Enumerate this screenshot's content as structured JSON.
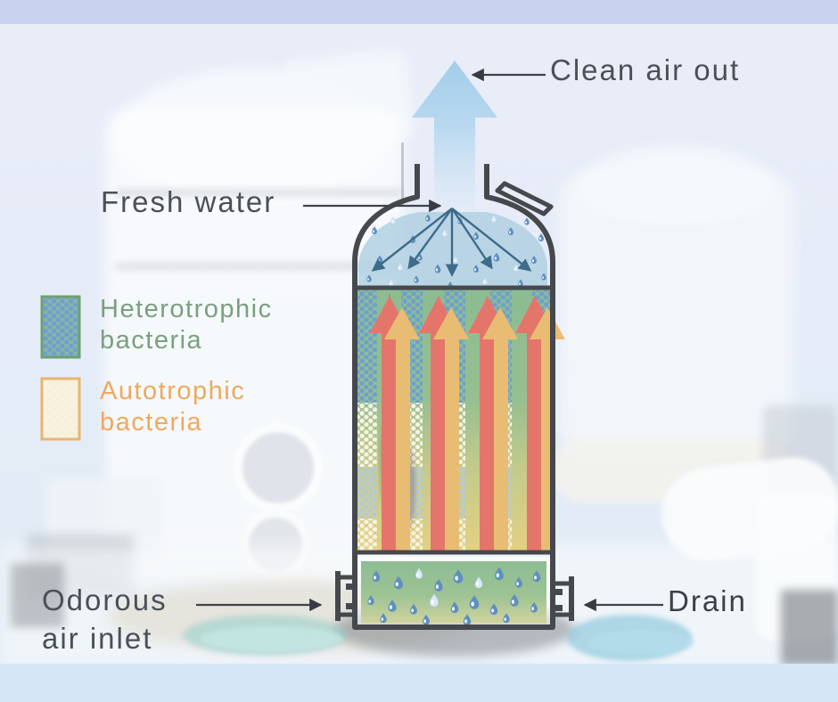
{
  "labels": {
    "clean_air_out": "Clean air out",
    "fresh_water": "Fresh water",
    "odorous_line1": "Odorous",
    "odorous_line2": "air inlet",
    "drain": "Drain"
  },
  "legend": {
    "items": [
      {
        "line1": "Heterotrophic",
        "line2": "bacteria",
        "swatch": "green-field-blue-dots",
        "text_color": "#7aa07e"
      },
      {
        "line1": "Autotrophic",
        "line2": "bacteria",
        "swatch": "cream-field-white-dots",
        "text_color": "#f0a85c"
      }
    ]
  },
  "colors": {
    "label_text": "#4b5058",
    "vessel_outline": "#45484c",
    "clean_air_arrow": "#a5cfeb",
    "spray_arrow": "#3e6b89",
    "water_droplet": "#5f8fbf",
    "packing_green": "#8cbc92",
    "packing_yellow": "#e3d083",
    "airflow_red": "#e4756b",
    "airflow_orange": "#e9bc74",
    "heterotrophic_dots": "#6d9fd0",
    "autotrophic_dots": "#f7f3e2",
    "sky_background": "#e7eaf7",
    "top_band": "#c7d3ef",
    "bottom_strip": "#d5e7f7"
  }
}
